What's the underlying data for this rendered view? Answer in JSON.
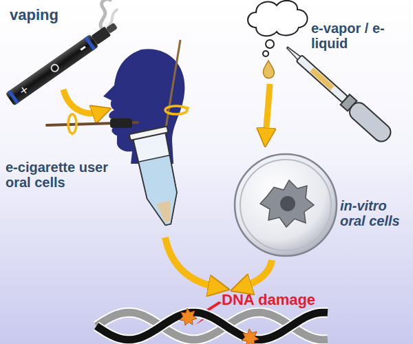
{
  "diagram": {
    "labels": [
      "vaping",
      "e-vapor / e-liquid",
      "e-cigarette user oral cells",
      "in-vitro oral cells",
      "DNA damage"
    ]
  }
}
